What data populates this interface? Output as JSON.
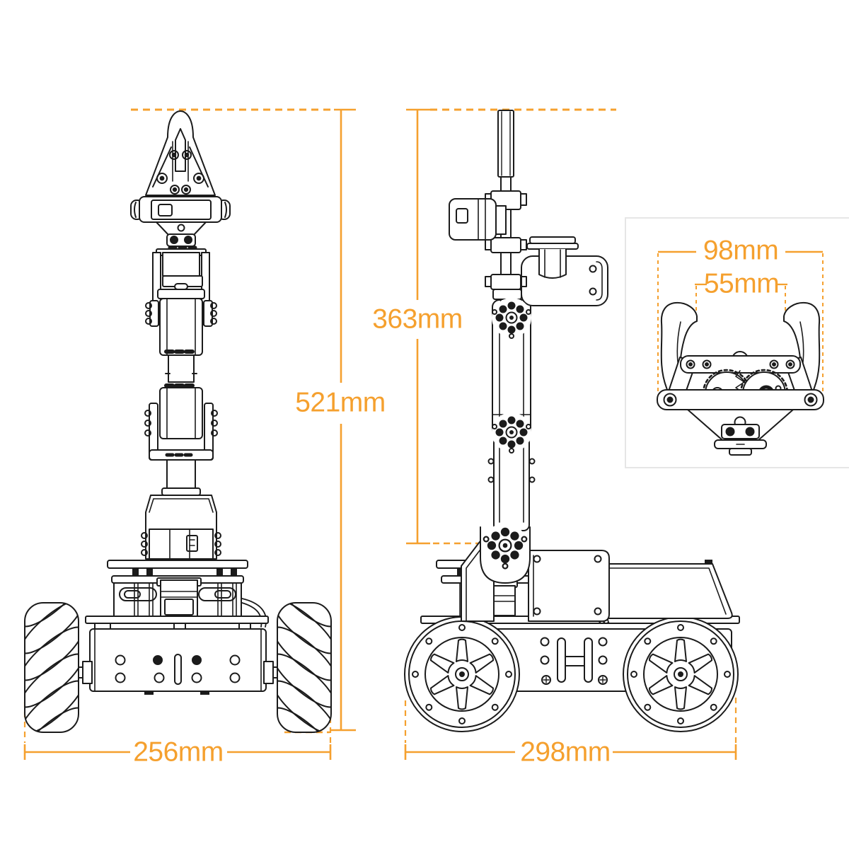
{
  "diagram": {
    "type": "robot-car-with-arm-dimension-drawing",
    "accent_color": "#F5A02E",
    "line_color": "#1B1B1B",
    "labels": {
      "overall_height": "521mm",
      "arm_height": "363mm",
      "front_width": "256mm",
      "side_length": "298mm",
      "gripper_outer": "98mm",
      "gripper_inner": "55mm"
    }
  }
}
